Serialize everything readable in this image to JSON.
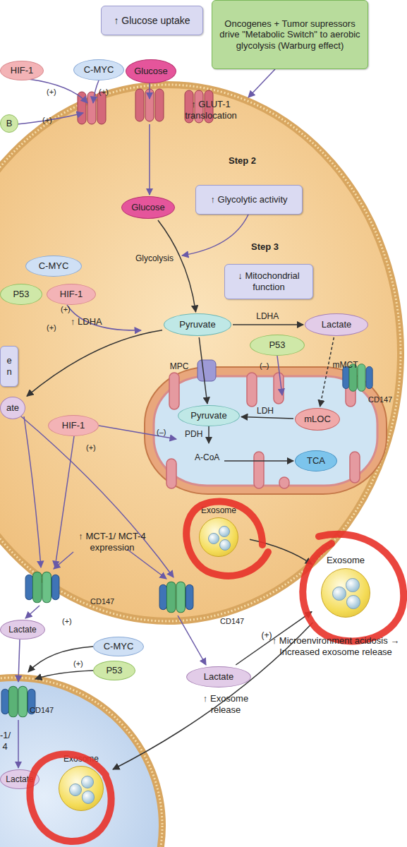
{
  "diagram": {
    "nodes": [
      {
        "text": [
          "↑ Glucose uptake"
        ]
      },
      {
        "text": [
          "Oncogenes + Tumor supressors drive \"Metabolic Switch\" to aerobic glycolysis (Warburg effect)"
        ]
      },
      {
        "text": [
          "HIF-1"
        ]
      },
      {
        "text": [
          "C-MYC"
        ]
      },
      {
        "text": [
          "Glucose"
        ]
      },
      {
        "text": [
          "B"
        ]
      },
      {
        "text": [
          "↑ Glycolytic activity"
        ]
      },
      {
        "text": [
          "Glucose"
        ]
      },
      {
        "text": [
          "↓ Mitochondrial function"
        ]
      },
      {
        "text": [
          "C-MYC"
        ]
      },
      {
        "text": [
          "P53"
        ]
      },
      {
        "text": [
          "HIF-1"
        ]
      },
      {
        "text": [
          "e n"
        ]
      },
      {
        "text": [
          "ate"
        ]
      },
      {
        "text": [
          "Pyruvate"
        ]
      },
      {
        "text": [
          "Lactate"
        ]
      },
      {
        "text": [
          "P53"
        ]
      },
      {
        "text": [
          "Pyruvate"
        ]
      },
      {
        "text": [
          "mLOC"
        ]
      },
      {
        "text": [
          "TCA"
        ]
      },
      {
        "text": [
          "HIF-1"
        ]
      },
      {
        "text": [
          "Exosome"
        ]
      },
      {
        "text": [
          "Exosome"
        ]
      },
      {
        "text": [
          "Lactate"
        ]
      },
      {
        "text": [
          "C-MYC"
        ]
      },
      {
        "text": [
          "P53"
        ]
      },
      {
        "text": [
          "Lactate"
        ]
      },
      {
        "text": [
          "Lactate"
        ]
      },
      {
        "text": [
          "Exosome"
        ]
      }
    ],
    "edges": [
      {
        "from": 7,
        "to": 14,
        "label": "Glycolysis",
        "arrow": "to"
      },
      {
        "from": 14,
        "to": 15,
        "label": "LDHA",
        "arrow": "to"
      },
      {
        "from": 15,
        "to": 18,
        "label": "mMCT",
        "arrow": "to"
      },
      {
        "from": 18,
        "to": 17,
        "label": "LDH",
        "arrow": "to"
      },
      {
        "from": 14,
        "to": 17,
        "label": "MPC",
        "arrow": "to"
      },
      {
        "from": 14,
        "to": 13,
        "arrow": "to"
      },
      {
        "from": 21,
        "to": 22,
        "arrow": "to"
      },
      {
        "from": 26,
        "to": 22,
        "label": "(+)",
        "arrow": "to"
      },
      {
        "from": 22,
        "to": 28,
        "arrow": "to"
      }
    ],
    "labels": [
      "(+)",
      "(+)",
      "(+)",
      "↑ GLUT-1 translocation",
      "Step 2",
      "Step 3",
      "(+)",
      "(+)",
      "↑ LDHA",
      "(–)",
      "PDH",
      "A-CoA",
      "(–)",
      "(+)",
      "↑ MCT-1/ MCT-4 expression",
      "CD147",
      "CD147",
      "CD147",
      "CD147",
      "(+)",
      "(+)",
      "↑ Microenvironment acidosis → Increased exosome release",
      "↑ Exosome release",
      "-1/ 4"
    ]
  }
}
